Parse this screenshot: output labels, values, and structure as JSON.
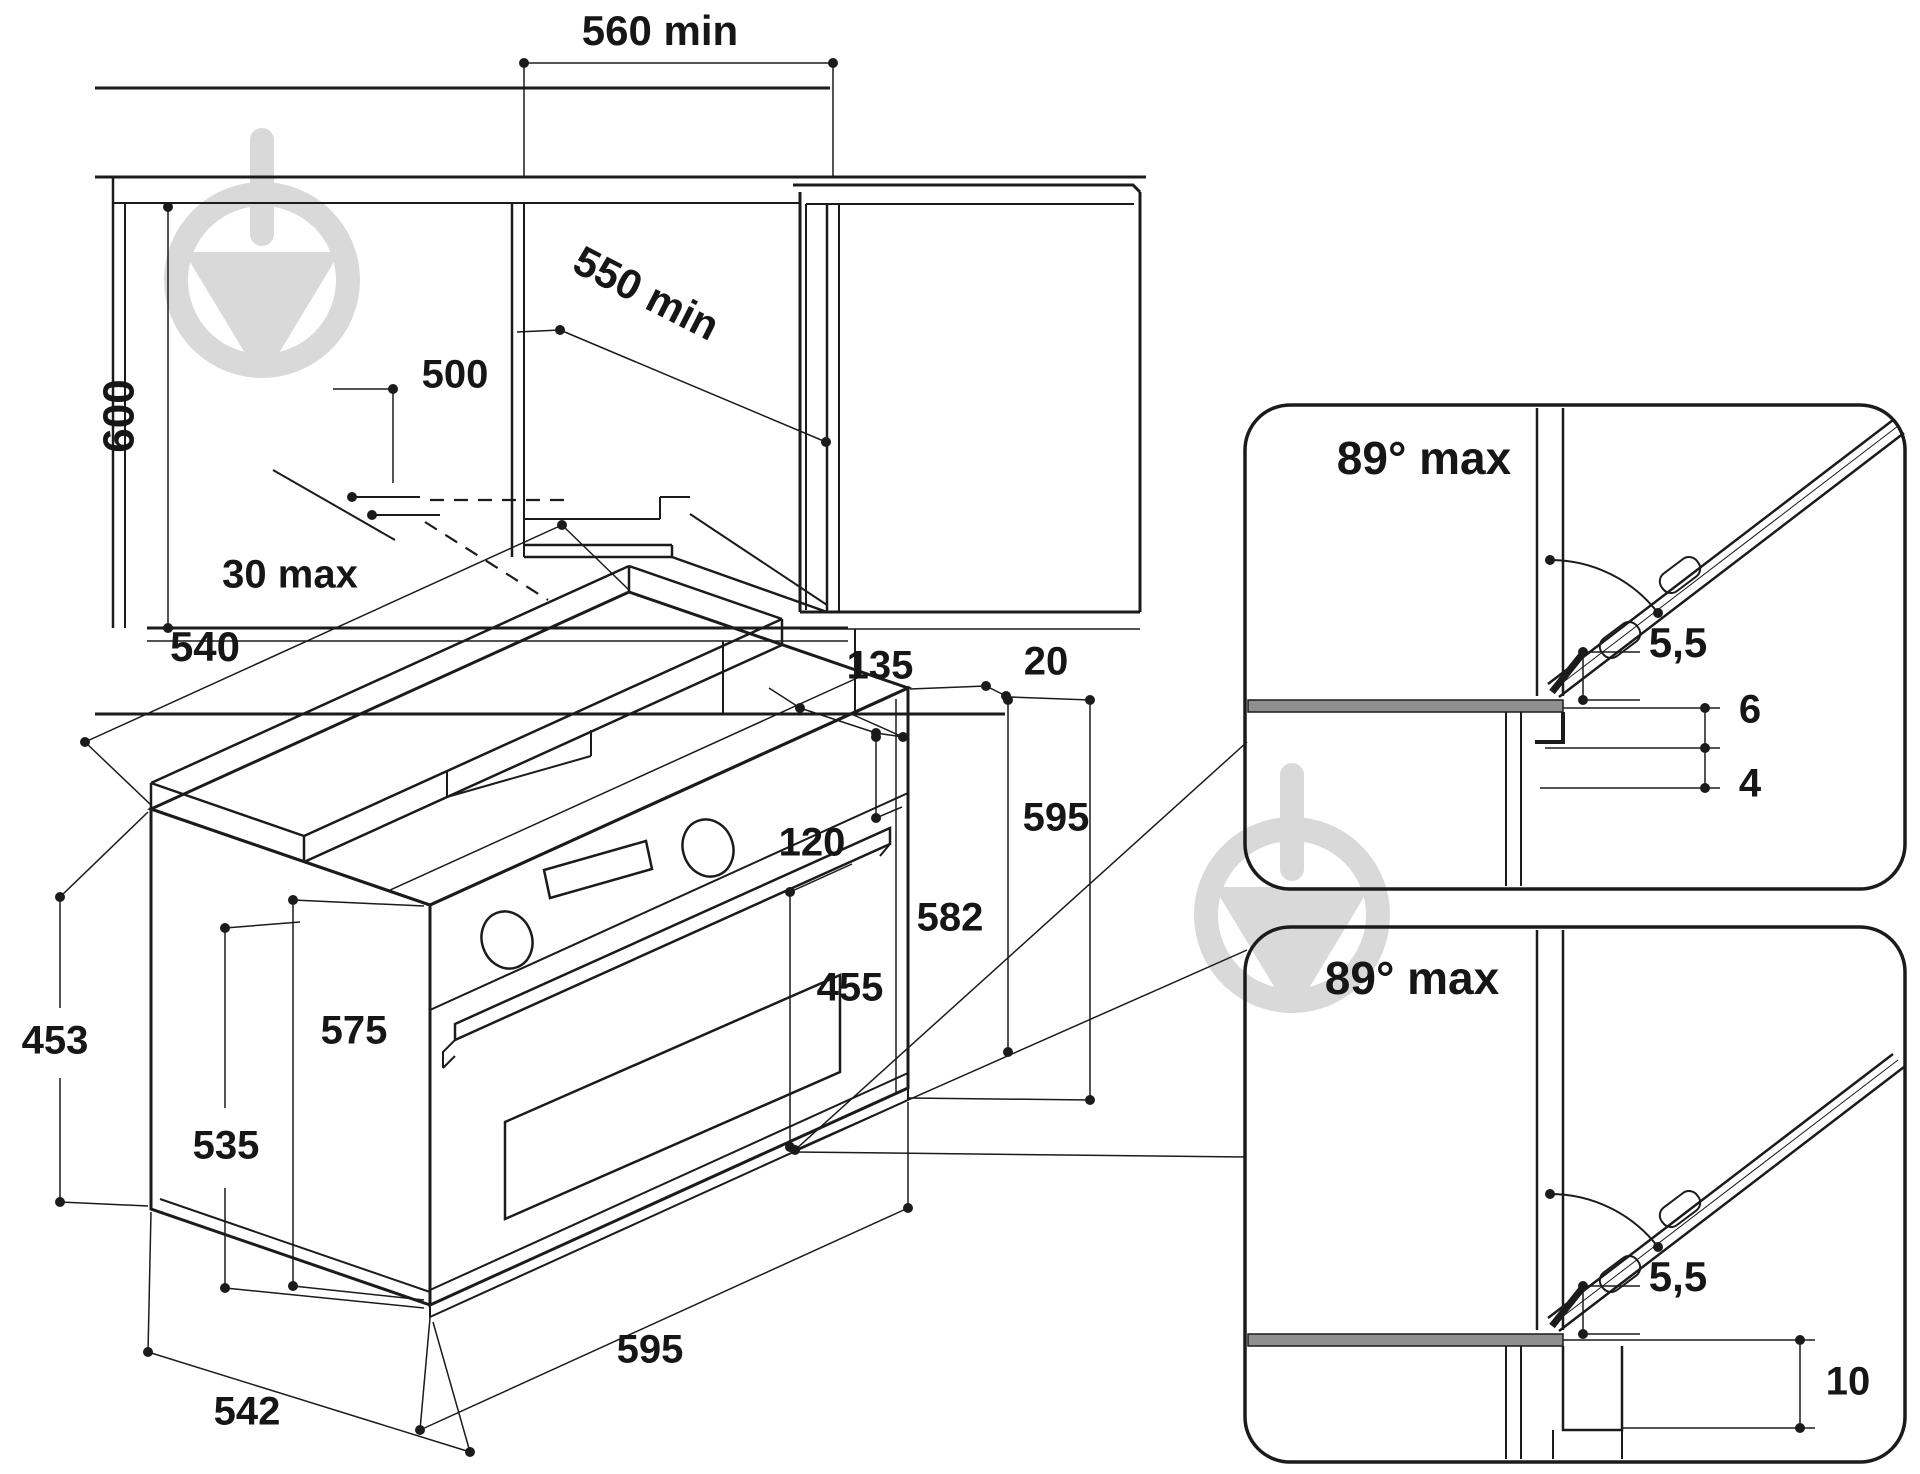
{
  "figure": {
    "kind": "built-in oven installation dimensions diagram",
    "colors": {
      "line": "#1b1b1b",
      "watermark": "#d9d9d9",
      "counter": "#8f8f8f",
      "background": "#ffffff"
    }
  },
  "cutout": {
    "width_min": "560 min",
    "height": "600",
    "rear_depth": "500",
    "diagonal_depth_min": "550 min",
    "plinth_max": "30 max"
  },
  "oven": {
    "top_depth": "540",
    "top_rear_offset": "135",
    "front_lip": "20",
    "panel_height": "120",
    "side_height": "595",
    "door_height": "582",
    "handle_height": "455",
    "body_height": "575",
    "left_height": "535",
    "left_depth": "453",
    "width_bottom": "595",
    "bottom_depth": "542"
  },
  "detail_top": {
    "door_angle_max": "89° max",
    "gap": "5,5",
    "step_upper": "6",
    "step_lower": "4"
  },
  "detail_bottom": {
    "door_angle_max": "89° max",
    "gap": "5,5",
    "step": "10"
  }
}
